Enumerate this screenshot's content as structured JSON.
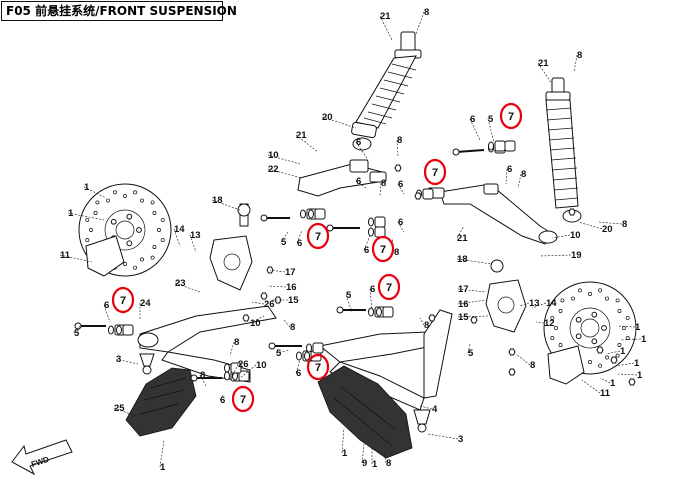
{
  "title": "F05 前悬挂系统/FRONT SUSPENSION",
  "fwd_label": "FWD",
  "highlight_color": "#e8000e",
  "highlighted_part": "7",
  "callouts": [
    {
      "id": "c1",
      "text": "21"
    },
    {
      "id": "c2",
      "text": "8"
    },
    {
      "id": "c3",
      "text": "20"
    },
    {
      "id": "c4",
      "text": "21"
    },
    {
      "id": "c5",
      "text": "8"
    },
    {
      "id": "c6",
      "text": "6"
    },
    {
      "id": "c7",
      "text": "5"
    },
    {
      "id": "c8",
      "text": "7",
      "hl": true
    },
    {
      "id": "c9",
      "text": "21"
    },
    {
      "id": "c10",
      "text": "10"
    },
    {
      "id": "c11",
      "text": "22"
    },
    {
      "id": "c12",
      "text": "6"
    },
    {
      "id": "c13",
      "text": "8"
    },
    {
      "id": "c14",
      "text": "6"
    },
    {
      "id": "c15",
      "text": "8"
    },
    {
      "id": "c16",
      "text": "6"
    },
    {
      "id": "c17",
      "text": "7",
      "hl": true
    },
    {
      "id": "c18",
      "text": "6"
    },
    {
      "id": "c19",
      "text": "8"
    },
    {
      "id": "c20",
      "text": "18"
    },
    {
      "id": "c21",
      "text": "1"
    },
    {
      "id": "c22",
      "text": "1"
    },
    {
      "id": "c23",
      "text": "14"
    },
    {
      "id": "c24",
      "text": "13"
    },
    {
      "id": "c25",
      "text": "11"
    },
    {
      "id": "c26",
      "text": "5"
    },
    {
      "id": "c27",
      "text": "6"
    },
    {
      "id": "c28",
      "text": "7",
      "hl": true
    },
    {
      "id": "c29",
      "text": "6"
    },
    {
      "id": "c30",
      "text": "7",
      "hl": true
    },
    {
      "id": "c31",
      "text": "8"
    },
    {
      "id": "c32",
      "text": "6"
    },
    {
      "id": "c33",
      "text": "20"
    },
    {
      "id": "c34",
      "text": "8"
    },
    {
      "id": "c35",
      "text": "21"
    },
    {
      "id": "c36",
      "text": "10"
    },
    {
      "id": "c37",
      "text": "19"
    },
    {
      "id": "c38",
      "text": "17"
    },
    {
      "id": "c39",
      "text": "23"
    },
    {
      "id": "c40",
      "text": "16"
    },
    {
      "id": "c41",
      "text": "15"
    },
    {
      "id": "c42",
      "text": "26"
    },
    {
      "id": "c43",
      "text": "18"
    },
    {
      "id": "c44",
      "text": "16"
    },
    {
      "id": "c45",
      "text": "17"
    },
    {
      "id": "c46",
      "text": "15"
    },
    {
      "id": "c47",
      "text": "13"
    },
    {
      "id": "c48",
      "text": "12"
    },
    {
      "id": "c49",
      "text": "14"
    },
    {
      "id": "c50",
      "text": "1"
    },
    {
      "id": "c51",
      "text": "1"
    },
    {
      "id": "c52",
      "text": "5"
    },
    {
      "id": "c53",
      "text": "6"
    },
    {
      "id": "c54",
      "text": "7",
      "hl": true
    },
    {
      "id": "c55",
      "text": "24"
    },
    {
      "id": "c56",
      "text": "10"
    },
    {
      "id": "c57",
      "text": "8"
    },
    {
      "id": "c58",
      "text": "5"
    },
    {
      "id": "c59",
      "text": "6"
    },
    {
      "id": "c60",
      "text": "7",
      "hl": true
    },
    {
      "id": "c61",
      "text": "8"
    },
    {
      "id": "c62",
      "text": "8"
    },
    {
      "id": "c63",
      "text": "3"
    },
    {
      "id": "c64",
      "text": "26"
    },
    {
      "id": "c65",
      "text": "10"
    },
    {
      "id": "c66",
      "text": "5"
    },
    {
      "id": "c67",
      "text": "6"
    },
    {
      "id": "c68",
      "text": "7",
      "hl": true
    },
    {
      "id": "c69",
      "text": "25"
    },
    {
      "id": "c70",
      "text": "8"
    },
    {
      "id": "c71",
      "text": "6"
    },
    {
      "id": "c72",
      "text": "7",
      "hl": true
    },
    {
      "id": "c73",
      "text": "5"
    },
    {
      "id": "c74",
      "text": "4"
    },
    {
      "id": "c75",
      "text": "3"
    },
    {
      "id": "c76",
      "text": "1"
    },
    {
      "id": "c77",
      "text": "1"
    },
    {
      "id": "c78",
      "text": "1"
    },
    {
      "id": "c79",
      "text": "11"
    },
    {
      "id": "c80",
      "text": "1"
    },
    {
      "id": "c81",
      "text": "1"
    },
    {
      "id": "c82",
      "text": "1"
    },
    {
      "id": "c83",
      "text": "1"
    },
    {
      "id": "c84",
      "text": "9"
    },
    {
      "id": "c85",
      "text": "8"
    },
    {
      "id": "c86",
      "text": "8"
    }
  ]
}
